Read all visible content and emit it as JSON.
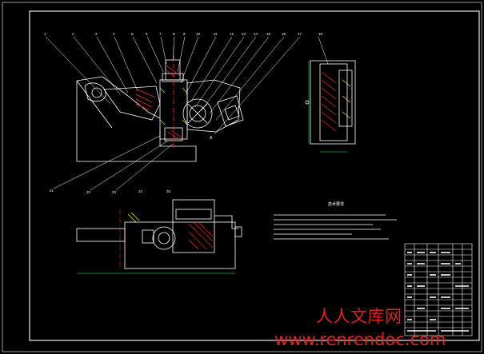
{
  "colors": {
    "background": "#000000",
    "frame": "#ffffff",
    "part_outline": "#ffffff",
    "leader": "#ffffff",
    "hatch": "#ff3030",
    "hatch_alt": "#ffff00",
    "center_line": "#ff3030",
    "dimension": "#00ff66",
    "title_block": "#ffffff",
    "watermark": "#e0231b"
  },
  "icons": {
    "main_view": "fixture-front-section-drawing",
    "side_view": "fixture-side-section-drawing",
    "top_view": "fixture-plan-view-drawing",
    "title_block": "cad-title-block-table"
  },
  "callouts": {
    "top": [
      "1",
      "2",
      "3",
      "4",
      "5",
      "6",
      "7",
      "8",
      "9",
      "10",
      "11",
      "12",
      "13",
      "14",
      "15",
      "16",
      "17"
    ],
    "side": [
      "18"
    ],
    "bottom": [
      "21",
      "22",
      "23",
      "24",
      "25"
    ]
  },
  "notes": {
    "heading": "技术要求"
  },
  "watermark": {
    "cn": "人人文库网",
    "url": "www.renrendoc.com"
  }
}
